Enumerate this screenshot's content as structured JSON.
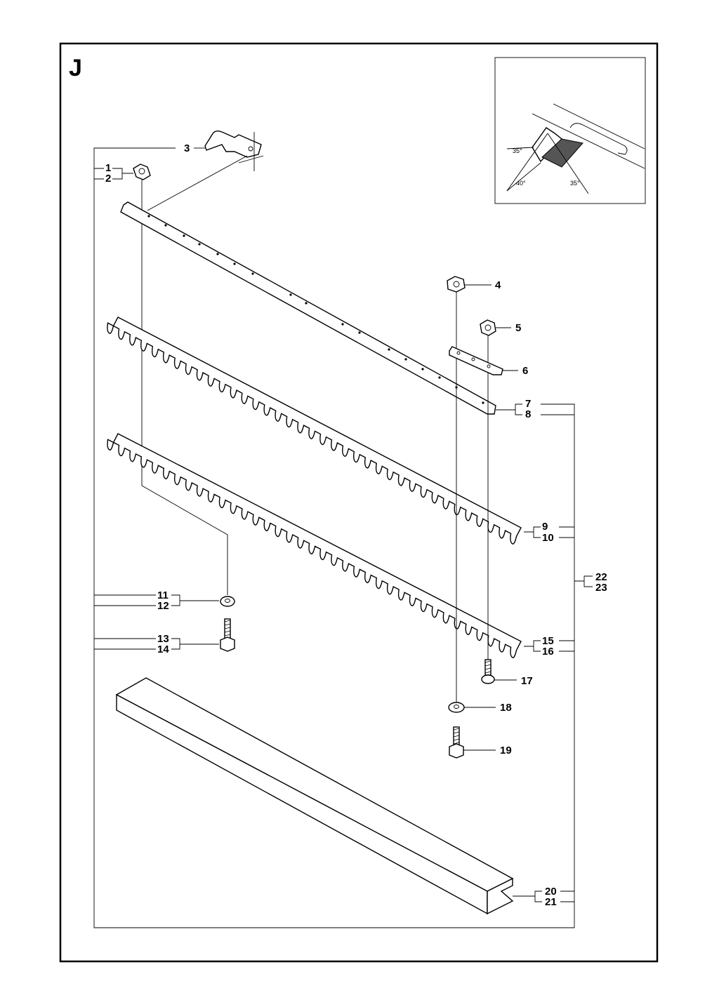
{
  "section_letter": "J",
  "inset": {
    "angles": [
      "35°",
      "40°",
      "35°"
    ]
  },
  "callouts": {
    "c1": "1",
    "c2": "2",
    "c3": "3",
    "c4": "4",
    "c5": "5",
    "c6": "6",
    "c7": "7",
    "c8": "8",
    "c9": "9",
    "c10": "10",
    "c11": "11",
    "c12": "12",
    "c13": "13",
    "c14": "14",
    "c15": "15",
    "c16": "16",
    "c17": "17",
    "c18": "18",
    "c19": "19",
    "c20": "20",
    "c21": "21",
    "c22": "22",
    "c23": "23"
  },
  "colors": {
    "ink": "#000000",
    "paper": "#ffffff"
  }
}
